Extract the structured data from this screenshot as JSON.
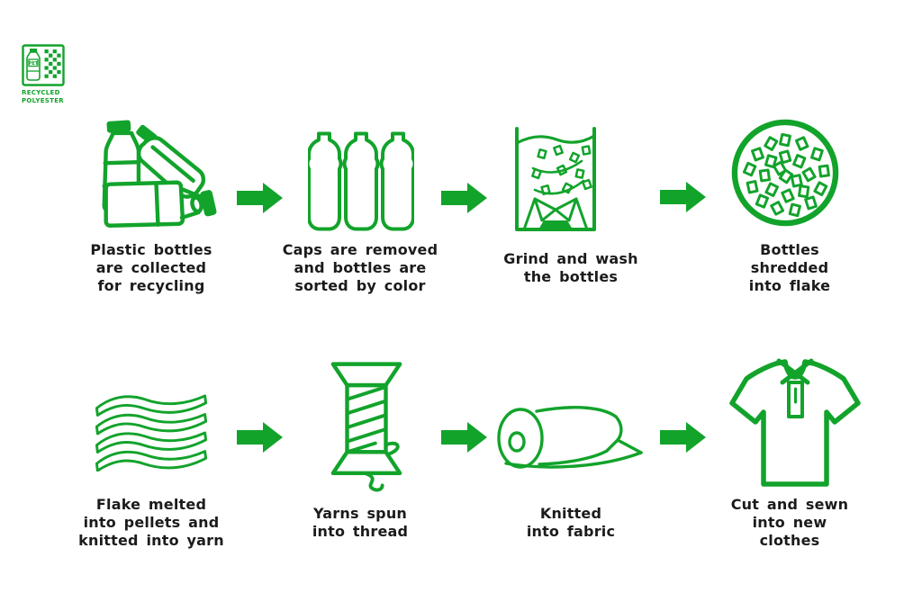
{
  "colors": {
    "green": "#12A32B",
    "text": "#1B1B1B",
    "background": "#FFFFFF"
  },
  "logo": {
    "pet_label": "PET",
    "title_line1": "RECYCLED",
    "title_line2": "POLYESTER",
    "icon": "pet-bottle-checker-logo-icon"
  },
  "arrow_icon": "arrow-right-icon",
  "steps": [
    {
      "icon": "plastic-bottles-pile-icon",
      "label": "Plastic bottles\nare collected\nfor recycling"
    },
    {
      "icon": "capless-sorted-bottles-icon",
      "label": "Caps are removed\nand bottles are\nsorted by color"
    },
    {
      "icon": "grind-wash-tank-icon",
      "label": "Grind and wash\nthe bottles"
    },
    {
      "icon": "shredded-flakes-circle-icon",
      "label": "Bottles\nshredded\ninto flake"
    },
    {
      "icon": "melted-ribbons-icon",
      "label": "Flake melted\ninto pellets and\nknitted into yarn"
    },
    {
      "icon": "thread-spool-icon",
      "label": "Yarns spun\ninto thread"
    },
    {
      "icon": "fabric-roll-icon",
      "label": "Knitted\ninto fabric"
    },
    {
      "icon": "polo-shirt-icon",
      "label": "Cut and sewn\ninto new\nclothes"
    }
  ]
}
